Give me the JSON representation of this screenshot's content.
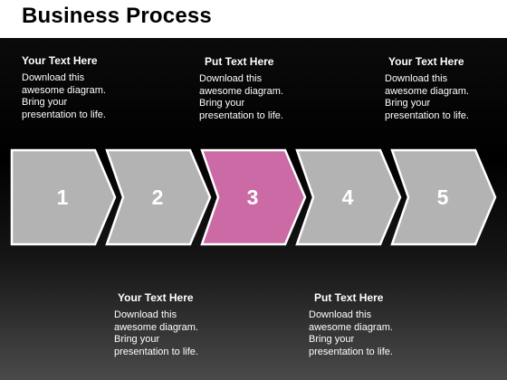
{
  "title": "Business Process",
  "colors": {
    "step": "#b3b3b3",
    "highlight": "#cc6aa6",
    "border": "#ffffff",
    "number": "#ffffff"
  },
  "steps": [
    {
      "number": "1",
      "highlight": false
    },
    {
      "number": "2",
      "highlight": false
    },
    {
      "number": "3",
      "highlight": true
    },
    {
      "number": "4",
      "highlight": false
    },
    {
      "number": "5",
      "highlight": false
    }
  ],
  "top_texts": [
    {
      "heading": "Your Text Here",
      "body": "Download this\nawesome diagram.\nBring your\npresentation to life."
    },
    {
      "heading": "Put Text Here",
      "body": "Download this\nawesome diagram.\nBring your\npresentation to life."
    },
    {
      "heading": "Your Text Here",
      "body": "Download this\nawesome diagram.\nBring your\npresentation to life."
    }
  ],
  "bottom_texts": [
    {
      "heading": "Your Text Here",
      "body": "Download this\nawesome diagram.\nBring your\npresentation to life."
    },
    {
      "heading": "Put Text Here",
      "body": "Download this\nawesome diagram.\nBring your\npresentation to life."
    }
  ]
}
